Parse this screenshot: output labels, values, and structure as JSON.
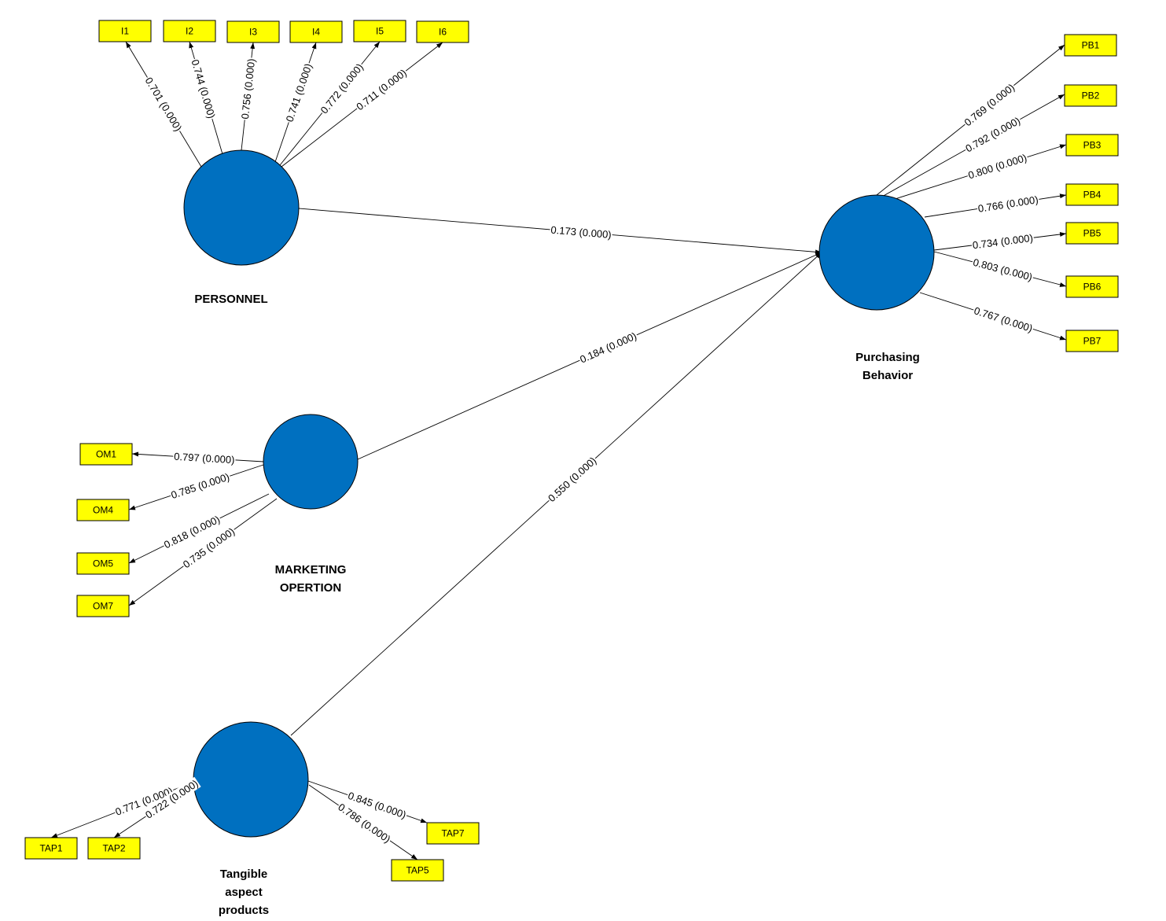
{
  "diagram": {
    "constructs": [
      {
        "id": "personnel",
        "label_lines": [
          "PERSONNEL"
        ]
      },
      {
        "id": "marketing",
        "label_lines": [
          "MARKETING",
          "OPERTION"
        ]
      },
      {
        "id": "tangible",
        "label_lines": [
          "Tangible",
          "aspect",
          "products"
        ]
      },
      {
        "id": "purchasing",
        "label_lines": [
          "Purchasing",
          "Behavior"
        ]
      }
    ],
    "indicators": [
      {
        "id": "I1",
        "label": "I1",
        "construct": "personnel",
        "loading": "0.701 (0.000)"
      },
      {
        "id": "I2",
        "label": "I2",
        "construct": "personnel",
        "loading": "0.744 (0.000)"
      },
      {
        "id": "I3",
        "label": "I3",
        "construct": "personnel",
        "loading": "0.756 (0.000)"
      },
      {
        "id": "I4",
        "label": "I4",
        "construct": "personnel",
        "loading": "0.741 (0.000)"
      },
      {
        "id": "I5",
        "label": "I5",
        "construct": "personnel",
        "loading": "0.772 (0.000)"
      },
      {
        "id": "I6",
        "label": "I6",
        "construct": "personnel",
        "loading": "0.711 (0.000)"
      },
      {
        "id": "PB1",
        "label": "PB1",
        "construct": "purchasing",
        "loading": "0.769 (0.000)"
      },
      {
        "id": "PB2",
        "label": "PB2",
        "construct": "purchasing",
        "loading": "0.792 (0.000)"
      },
      {
        "id": "PB3",
        "label": "PB3",
        "construct": "purchasing",
        "loading": "0.800 (0.000)"
      },
      {
        "id": "PB4",
        "label": "PB4",
        "construct": "purchasing",
        "loading": "0.766 (0.000)"
      },
      {
        "id": "PB5",
        "label": "PB5",
        "construct": "purchasing",
        "loading": "0.734 (0.000)"
      },
      {
        "id": "PB6",
        "label": "PB6",
        "construct": "purchasing",
        "loading": "0.803 (0.000)"
      },
      {
        "id": "PB7",
        "label": "PB7",
        "construct": "purchasing",
        "loading": "0.767 (0.000)"
      },
      {
        "id": "OM1",
        "label": "OM1",
        "construct": "marketing",
        "loading": "0.797 (0.000)"
      },
      {
        "id": "OM4",
        "label": "OM4",
        "construct": "marketing",
        "loading": "0.785 (0.000)"
      },
      {
        "id": "OM5",
        "label": "OM5",
        "construct": "marketing",
        "loading": "0.818 (0.000)"
      },
      {
        "id": "OM7",
        "label": "OM7",
        "construct": "marketing",
        "loading": "0.735 (0.000)"
      },
      {
        "id": "TAP1",
        "label": "TAP1",
        "construct": "tangible",
        "loading": "0.771 (0.000)"
      },
      {
        "id": "TAP2",
        "label": "TAP2",
        "construct": "tangible",
        "loading": "0.722 (0.000)"
      },
      {
        "id": "TAP7",
        "label": "TAP7",
        "construct": "tangible",
        "loading": "0.845 (0.000)"
      },
      {
        "id": "TAP5",
        "label": "TAP5",
        "construct": "tangible",
        "loading": "0.786 (0.000)"
      }
    ],
    "paths": [
      {
        "id": "personnel-purchasing",
        "from": "personnel",
        "to": "purchasing",
        "coefficient": "0.173 (0.000)"
      },
      {
        "id": "marketing-purchasing",
        "from": "marketing",
        "to": "purchasing",
        "coefficient": "0.184 (0.000)"
      },
      {
        "id": "tangible-purchasing",
        "from": "tangible",
        "to": "purchasing",
        "coefficient": "0.550 (0.000)"
      }
    ],
    "colors": {
      "construct_fill": "#0070c0",
      "indicator_fill": "#ffff00",
      "line": "#000000"
    }
  }
}
